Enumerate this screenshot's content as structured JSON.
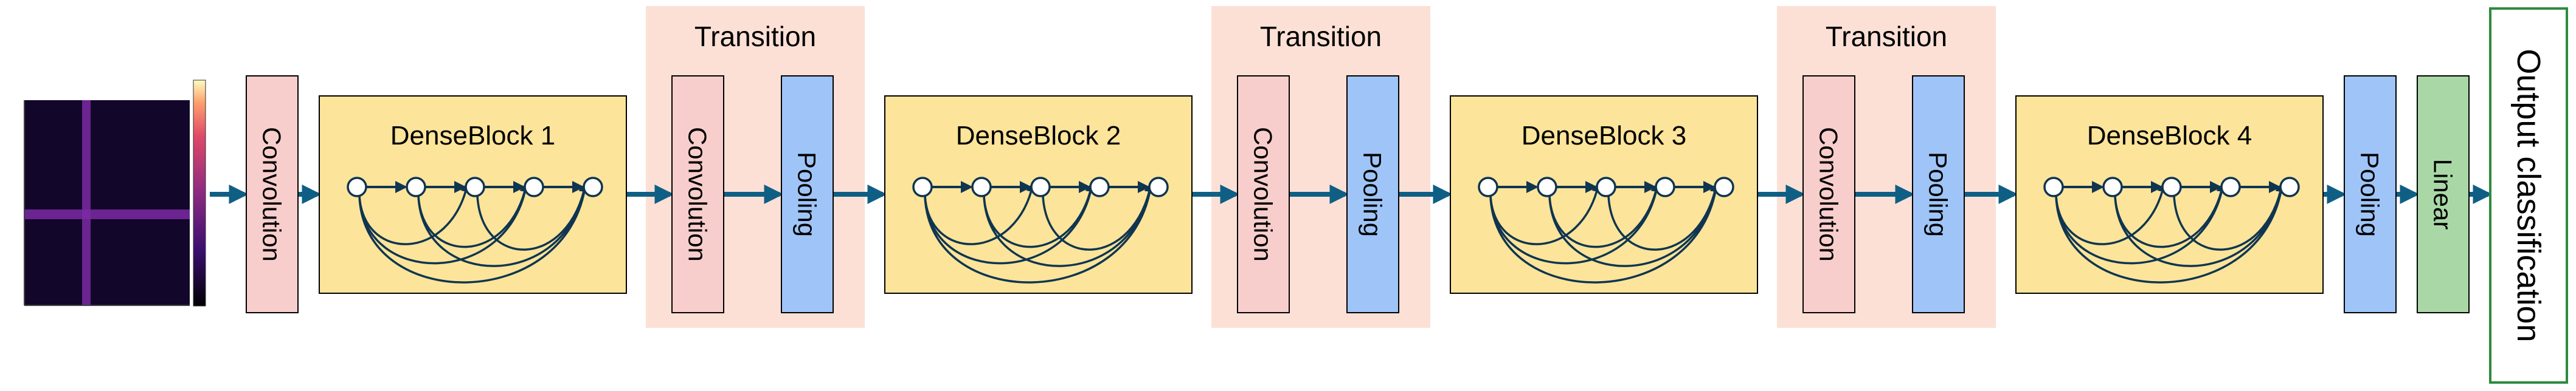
{
  "blocks": {
    "convolution_label": "Convolution",
    "pooling_label": "Pooling",
    "linear_label": "Linear",
    "transition_label": "Transition",
    "output_label": "Output classification",
    "dense_blocks": [
      "DenseBlock 1",
      "DenseBlock 2",
      "DenseBlock 3",
      "DenseBlock 4"
    ]
  },
  "colors": {
    "convolution_fill": "#f8cecc",
    "pooling_fill": "#9fc5f8",
    "linear_fill": "#a9d8a6",
    "dense_fill": "#fce49a",
    "transition_bg": "#fce0d6",
    "arrow": "#0f5f85",
    "output_border": "#2e8b3e",
    "heatmap_bg": "#12062a",
    "heatmap_band": "#8a2bb0"
  },
  "icons": {
    "arrow": "arrow-right-icon",
    "node": "circle-node-icon"
  }
}
